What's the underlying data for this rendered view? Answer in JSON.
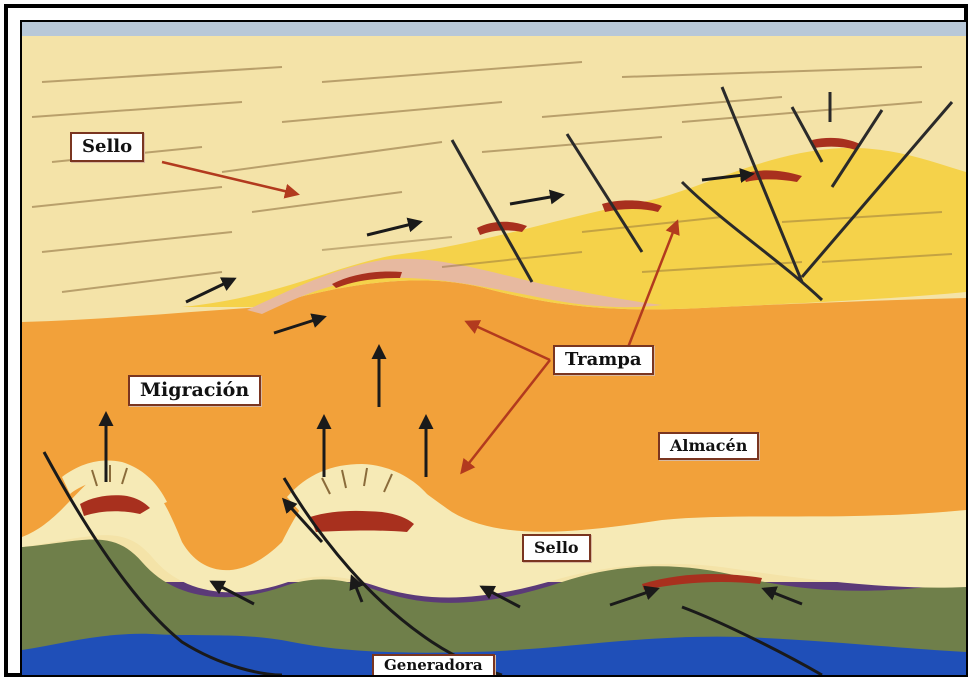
{
  "labels": {
    "sello_top": "Sello",
    "trampa": "Trampa",
    "migracion": "Migración",
    "almacen": "Almacén",
    "sello_bottom": "Sello",
    "generadora": "Generadora"
  }
}
